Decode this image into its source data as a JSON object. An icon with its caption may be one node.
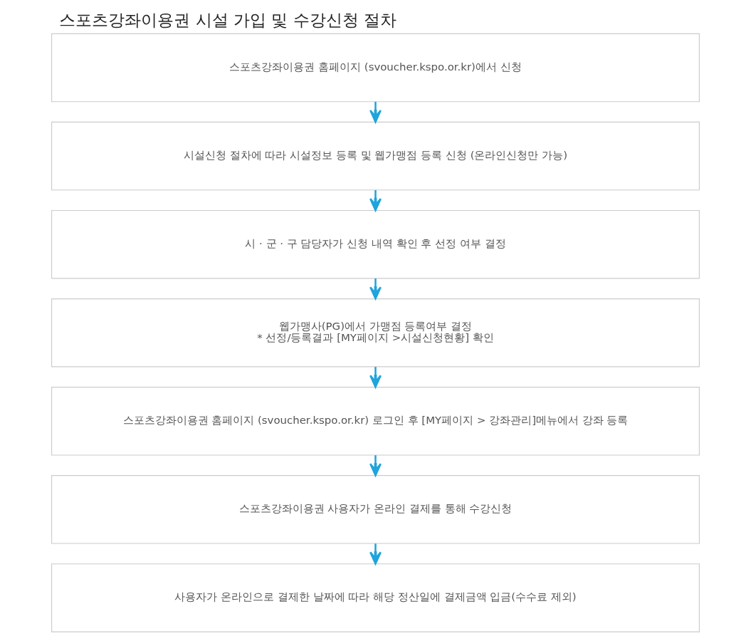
{
  "diagram": {
    "title": "스포츠강좌이용권 시설 가입 및 수강신청 절차",
    "nodes": [
      {
        "text": [
          "스포츠강좌이용권 홈페이지 (svoucher.kspo.or.kr)에서 신청"
        ]
      },
      {
        "text": [
          "시설신청 절차에 따라 시설정보 등록 및 웹가맹점 등록 신청 (온라인신청만 가능)"
        ]
      },
      {
        "text": [
          "시 · 군 · 구 담당자가 신청 내역 확인 후 선정 여부 결정"
        ]
      },
      {
        "text": [
          "웹가맹사(PG)에서 가맹점 등록여부 결정",
          "* 선정/등록결과 [MY페이지 >시설신청현황] 확인"
        ]
      },
      {
        "text": [
          "스포츠강좌이용권 홈페이지 (svoucher.kspo.or.kr) 로그인 후 [MY페이지 > 강좌관리]메뉴에서 강좌 등록"
        ]
      },
      {
        "text": [
          "스포츠강좌이용권 사용자가 온라인 결제를 통해 수강신청"
        ]
      },
      {
        "text": [
          "사용자가 온라인으로 결제한 날짜에 따라 해당 정산일에 결제금액 입금(수수료 제외)"
        ]
      }
    ],
    "edges": [
      {
        "from": 0,
        "to": 1,
        "arrow": "to"
      },
      {
        "from": 1,
        "to": 2,
        "arrow": "to"
      },
      {
        "from": 2,
        "to": 3,
        "arrow": "to"
      },
      {
        "from": 3,
        "to": 4,
        "arrow": "to"
      },
      {
        "from": 4,
        "to": 5,
        "arrow": "to"
      },
      {
        "from": 5,
        "to": 6,
        "arrow": "to"
      }
    ]
  }
}
